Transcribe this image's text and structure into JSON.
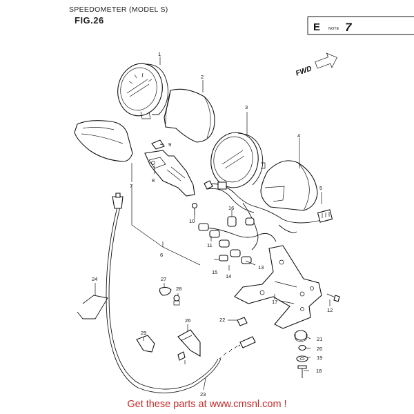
{
  "header": {
    "title": "SPEEDOMETER (MODEL S)",
    "figure": "FIG.26",
    "region_code": "E",
    "direction_label": "FWD"
  },
  "callouts": [
    "1",
    "2",
    "3",
    "4",
    "5",
    "6",
    "7",
    "8",
    "9",
    "10",
    "11",
    "12",
    "13",
    "14",
    "15",
    "16",
    "17",
    "18",
    "19",
    "20",
    "21",
    "22",
    "23",
    "24",
    "26",
    "27",
    "28",
    "29"
  ],
  "footer": {
    "text": "Get these parts at www.cmsnl.com !"
  },
  "colors": {
    "line": "#111111",
    "footer_text": "#c62828",
    "background": "#ffffff"
  }
}
